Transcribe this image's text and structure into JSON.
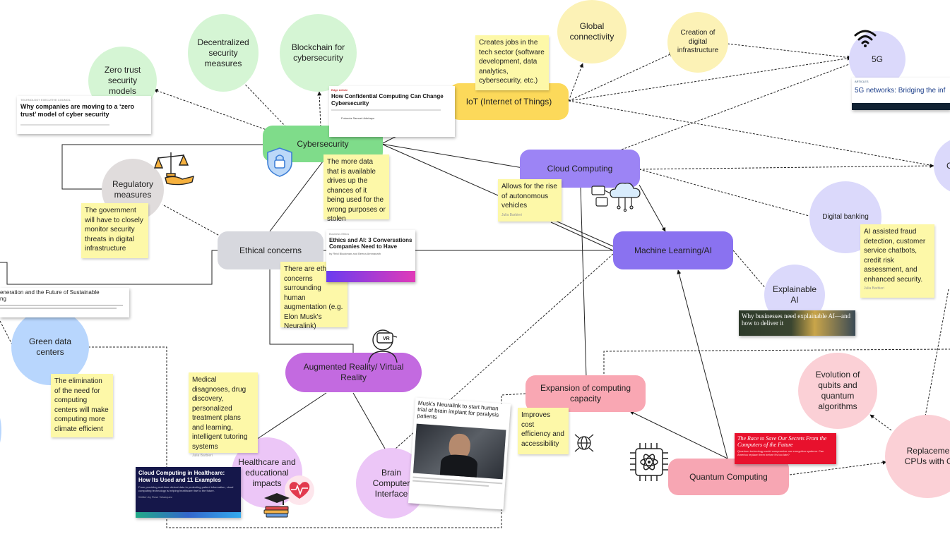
{
  "nodes": {
    "zero_trust": "Zero trust security models",
    "decentralized": "Decentralized security measures",
    "blockchain": "Blockchain for cybersecurity",
    "global_connectivity": "Global connectivity",
    "digital_infrastructure": "Creation of digital infrastructure",
    "fiveg": "5G",
    "cybersecurity": "Cybersecurity",
    "iot": "IoT (Internet of Things)",
    "cloud_computing": "Cloud Computing",
    "regulatory": "Regulatory measures",
    "digital_banking": "Digital banking",
    "ethical": "Ethical concerns",
    "ml_ai": "Machine Learning/AI",
    "explainable_ai": "Explainable AI",
    "green_dc": "Green data centers",
    "ar_vr": "Augmented Reality/ Virtual Reality",
    "expansion": "Expansion of computing capacity",
    "qubits": "Evolution of qubits and quantum algorithms",
    "healthcare": "Healthcare and educational impacts",
    "bci": "Brain Computer Interface",
    "quantum": "Quantum Computing",
    "replacement": "Replacement CPUs with GP",
    "edge_partial": "C"
  },
  "stickies": {
    "iot_jobs": "Creates jobs in the tech sector (software development, data analytics, cybersecurity, etc.)",
    "data_misuse": "The more data that is available drives up the chances of it being used for the wrong purposes or stolen",
    "autonomous": "Allows for the rise of autonomous vehicles",
    "government": "The government will have to closely monitor security threats in digital infrastructure",
    "ai_banking": "AI assisted fraud detection, customer service chatbots, credit risk assessment, and enhanced security.",
    "augmentation": "There are ethical concerns surrounding human augmentation (e.g. Elon Musk's Neuralink)",
    "elimination": "The elimination of the need for computing centers will make computing more climate efficient",
    "medical": "Medical disagnoses, drug discovery, personalized treatment plans and learning, intelligent tutoring systems",
    "cost": "Improves cost efficiency and accessibility",
    "author": "Julia Barbieri"
  },
  "cards": {
    "zero_trust_kicker": "TECHNOLOGY EXECUTIVE COUNCIL",
    "zero_trust_title": "Why companies are moving to a ‘zero trust’ model of cyber security",
    "confidential_kicker": "Edge Article",
    "confidential_title": "How Confidential Computing Can Change Cybersecurity",
    "confidential_author": "Fotuncia Samuel-Adebayo",
    "fiveg_kicker": "ARTICLES",
    "fiveg_title": "5G networks: Bridging the inf",
    "ethics_kicker": "Business Ethics",
    "ethics_title": "Ethics and AI: 3 Conversations Companies Need to Have",
    "ethics_author": "by Reid Blackman and Beena Ammanath",
    "sustain_title": "eneration and the Future of Sustainable",
    "sustain_sub": "ng",
    "explainable_title": "Why businesses need explainable AI—and how to deliver it",
    "neuralink_title": "Musk's Neuralink to start human trial of brain implant for paralysis patients",
    "quantum_title": "The Race to Save Our Secrets From the Computers of the Future",
    "quantum_sub": "Quantum technology could compromise our encryption systems. Can America replace them before it's too late?",
    "health_title": "Cloud Computing in Healthcare: How Its Used and 11 Examples",
    "health_body": "From providing real-time clinical data to protecting patient information, cloud computing technology is helping healthcare rise to the future.",
    "health_author": "Written by Rose Velazquez"
  },
  "icons": [
    "scales-hand-icon",
    "shield-lock-icon",
    "cloud-network-icon",
    "wifi-icon",
    "vr-headset-icon",
    "globe-network-icon",
    "quantum-chip-icon",
    "heart-pulse-icon",
    "graduation-books-icon"
  ],
  "colors": {
    "cybersecurity": "#7fdc8a",
    "iot": "#fcd95a",
    "cloud": "#9c84f5",
    "ml": "#8a72f0",
    "ar_vr": "#c36ae0",
    "quantum": "#f7a6b3",
    "expansion": "#f9a7b3",
    "ethical": "#d7d8de",
    "sticky": "#fdf8a8",
    "green_circle": "#d5f5d4",
    "yellow_circle": "#fcf2b6",
    "blue_circle": "#dbd9fb",
    "pink_circle": "#fbd0d6",
    "light_blue_circle": "#b8d6fd",
    "purple_circle": "#ecc6f7"
  }
}
